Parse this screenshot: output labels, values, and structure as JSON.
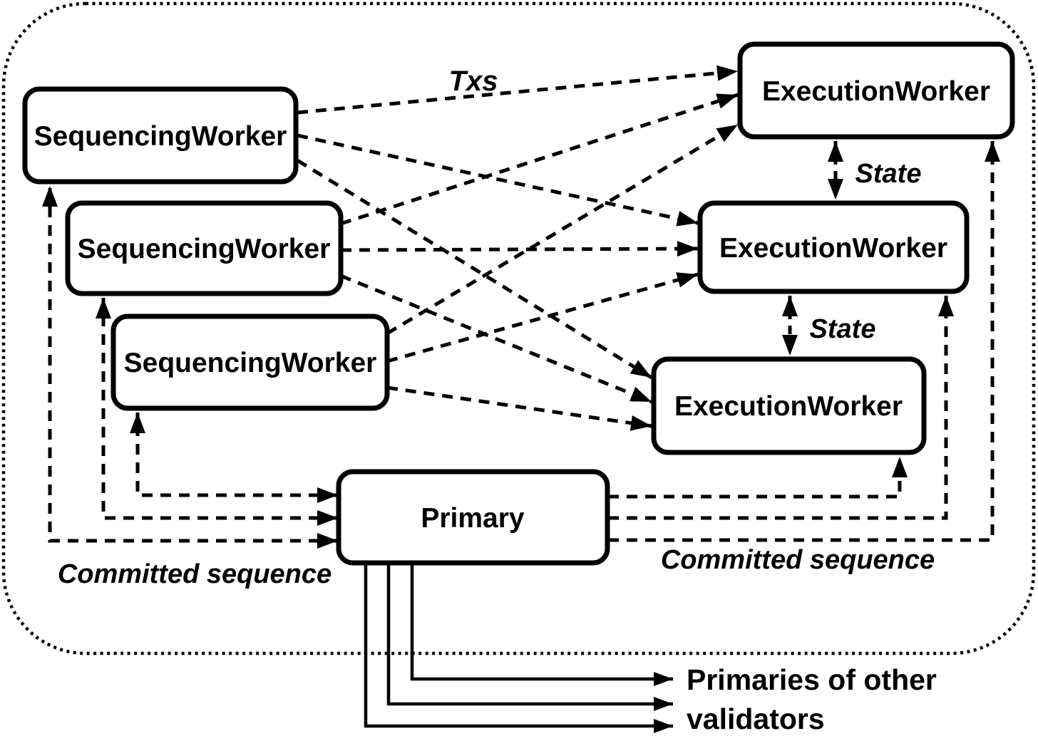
{
  "figure": {
    "background": "#ffffff",
    "ink": "#000000",
    "nodes": {
      "sequencing_workers": [
        "SequencingWorker",
        "SequencingWorker",
        "SequencingWorker"
      ],
      "execution_workers": [
        "ExecutionWorker",
        "ExecutionWorker",
        "ExecutionWorker"
      ],
      "primary": "Primary"
    },
    "edge_labels": {
      "txs": "Txs",
      "state_upper": "State",
      "state_lower": "State",
      "committed_sequence_left": "Committed sequence",
      "committed_sequence_right": "Committed sequence"
    },
    "external": {
      "line1": "Primaries of other",
      "line2": "validators"
    }
  }
}
